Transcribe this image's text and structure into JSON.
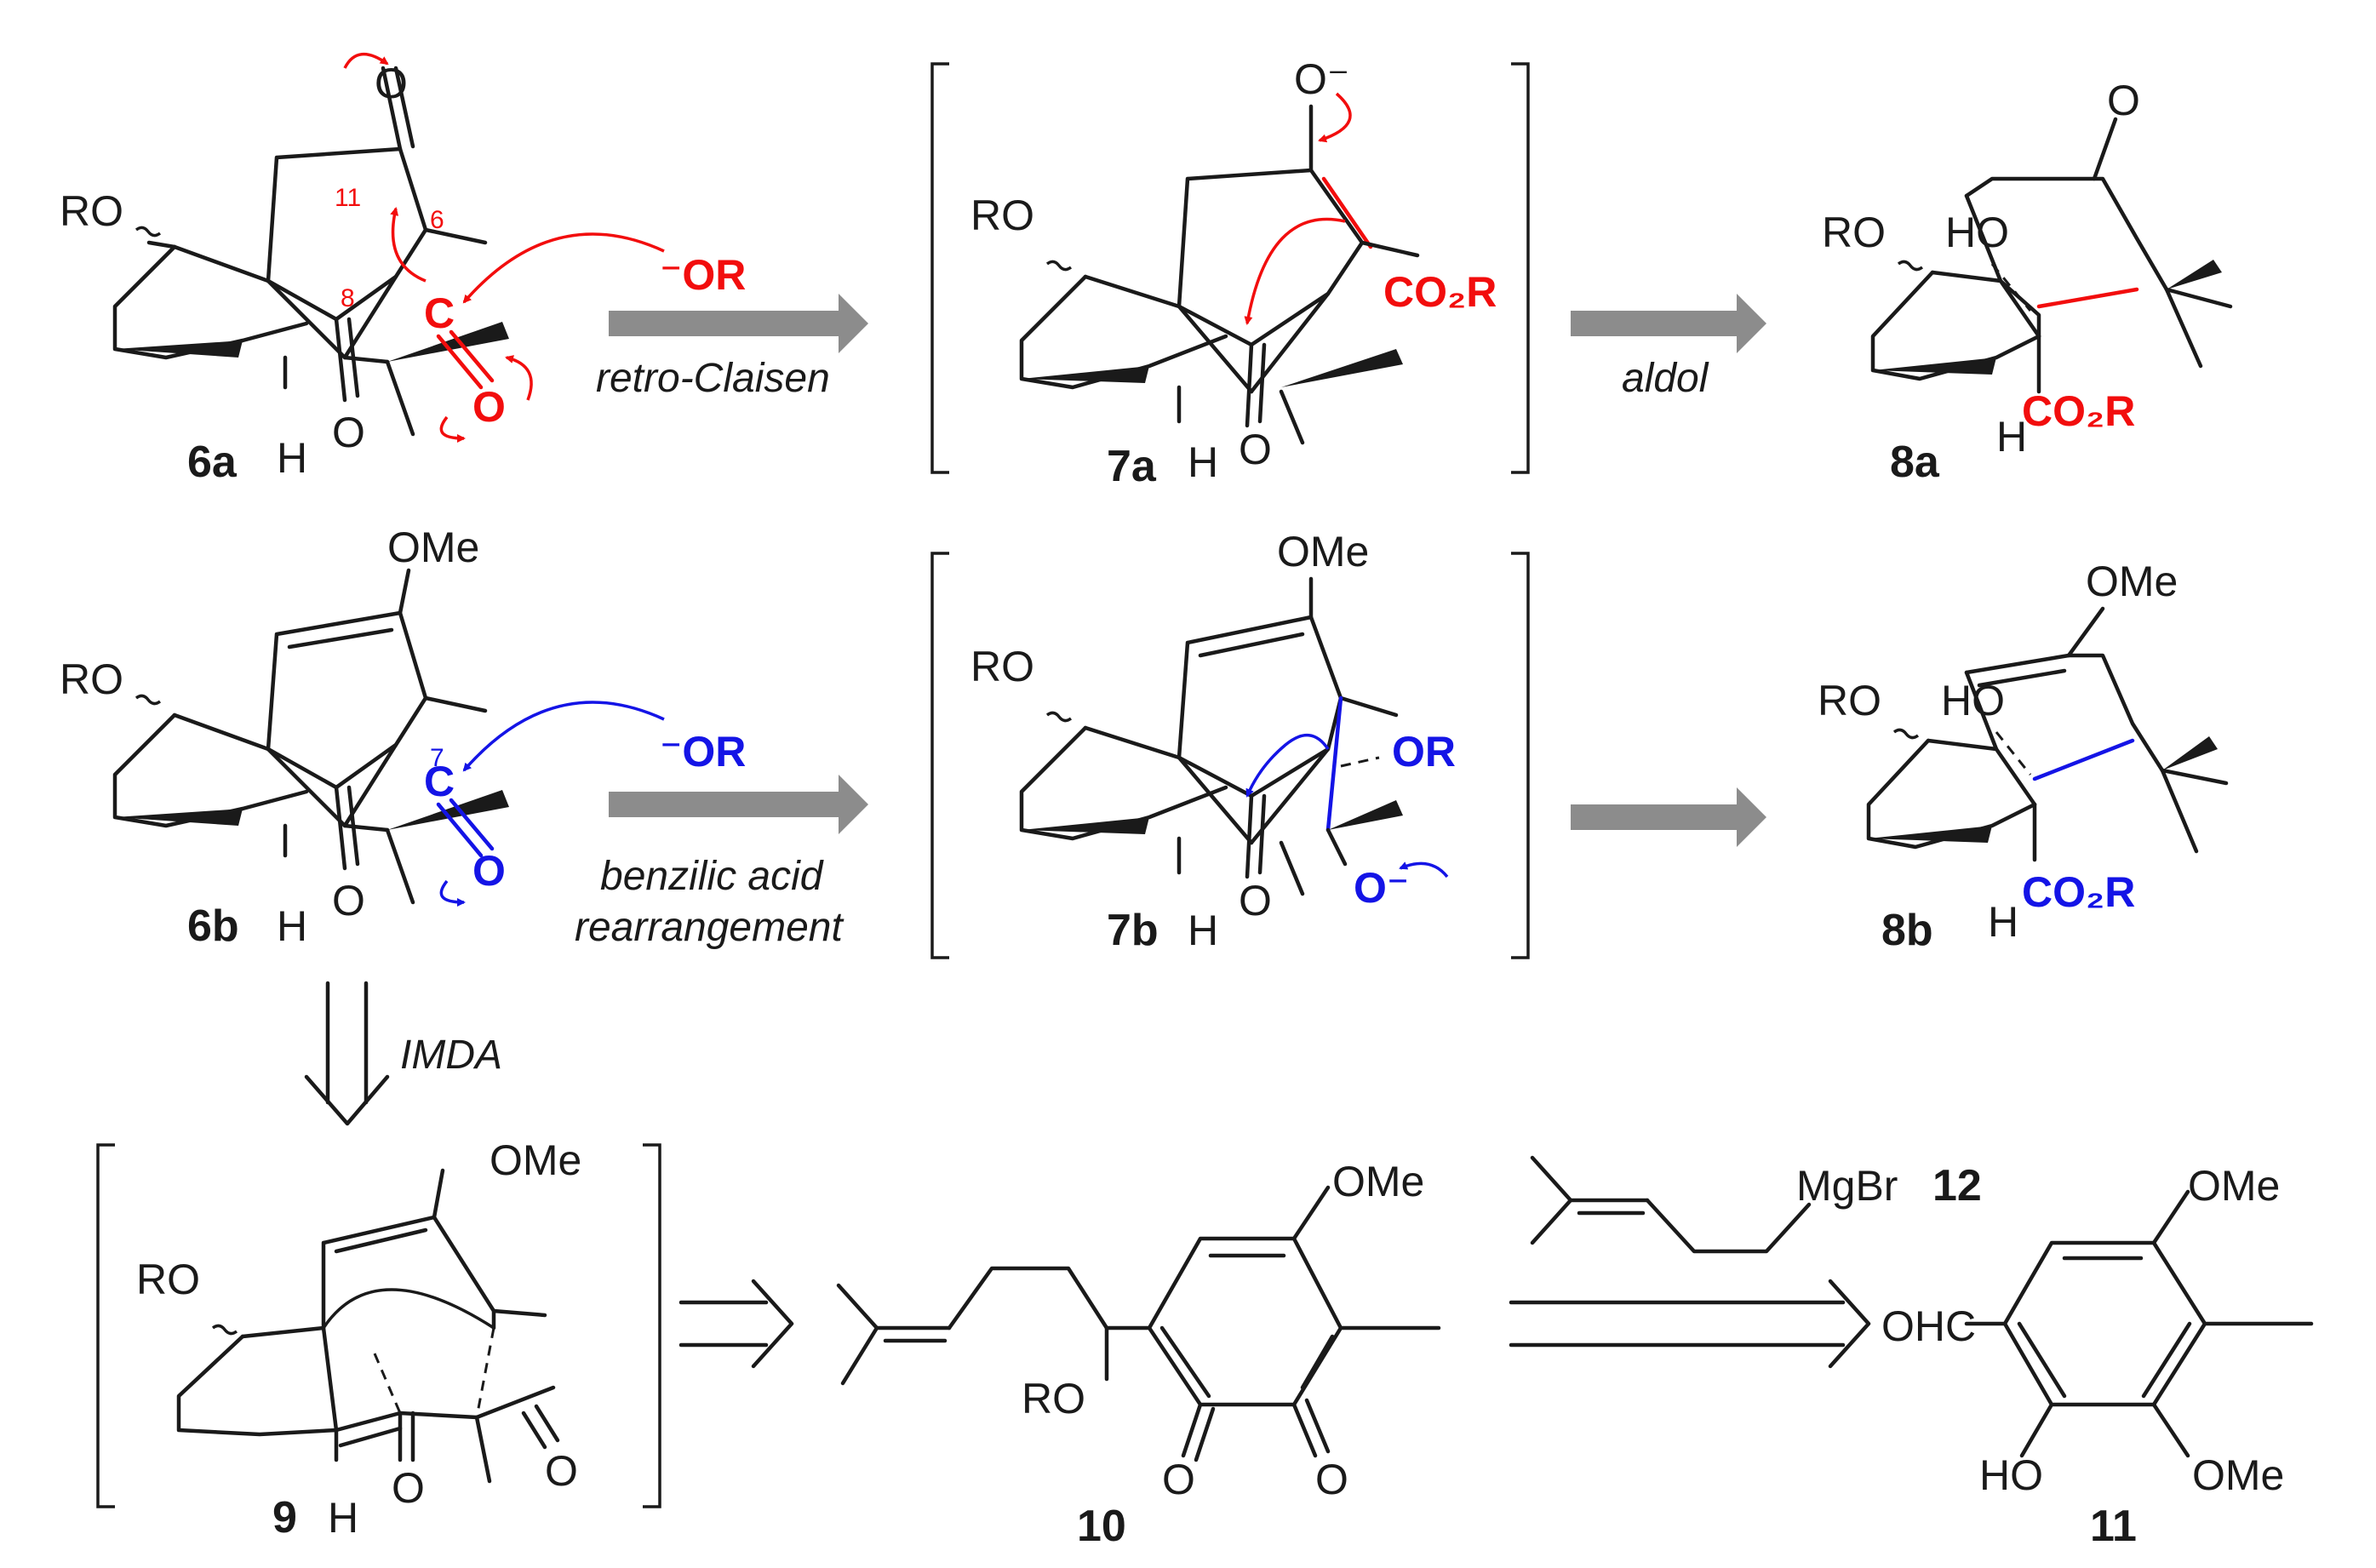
{
  "compounds": {
    "c6a": "6a",
    "c7a": "7a",
    "c8a": "8a",
    "c6b": "6b",
    "c7b": "7b",
    "c8b": "8b",
    "c9": "9",
    "c10": "10",
    "c11": "11",
    "c12": "12"
  },
  "groups": {
    "RO": "RO",
    "H": "H",
    "O": "O",
    "HO": "HO",
    "C": "C",
    "OMe": "OMe",
    "OR_neg": "⁻OR",
    "OR": "OR",
    "O_minus": "O⁻",
    "CO2R": "CO₂R",
    "MgBr": "MgBr",
    "OHC": "OHC"
  },
  "atom_numbers": {
    "n11": "11",
    "n6": "6",
    "n8": "8",
    "n7": "7"
  },
  "conditions": {
    "retro_claisen": "retro-Claisen",
    "aldol": "aldol",
    "benzilic_1": "benzilic acid",
    "benzilic_2": "rearrangement",
    "imda": "IMDA"
  },
  "colors": {
    "red": "#f20d0d",
    "blue": "#1414e6",
    "arrow_gray": "#8c8c8c",
    "ink": "#1a1a1a"
  }
}
